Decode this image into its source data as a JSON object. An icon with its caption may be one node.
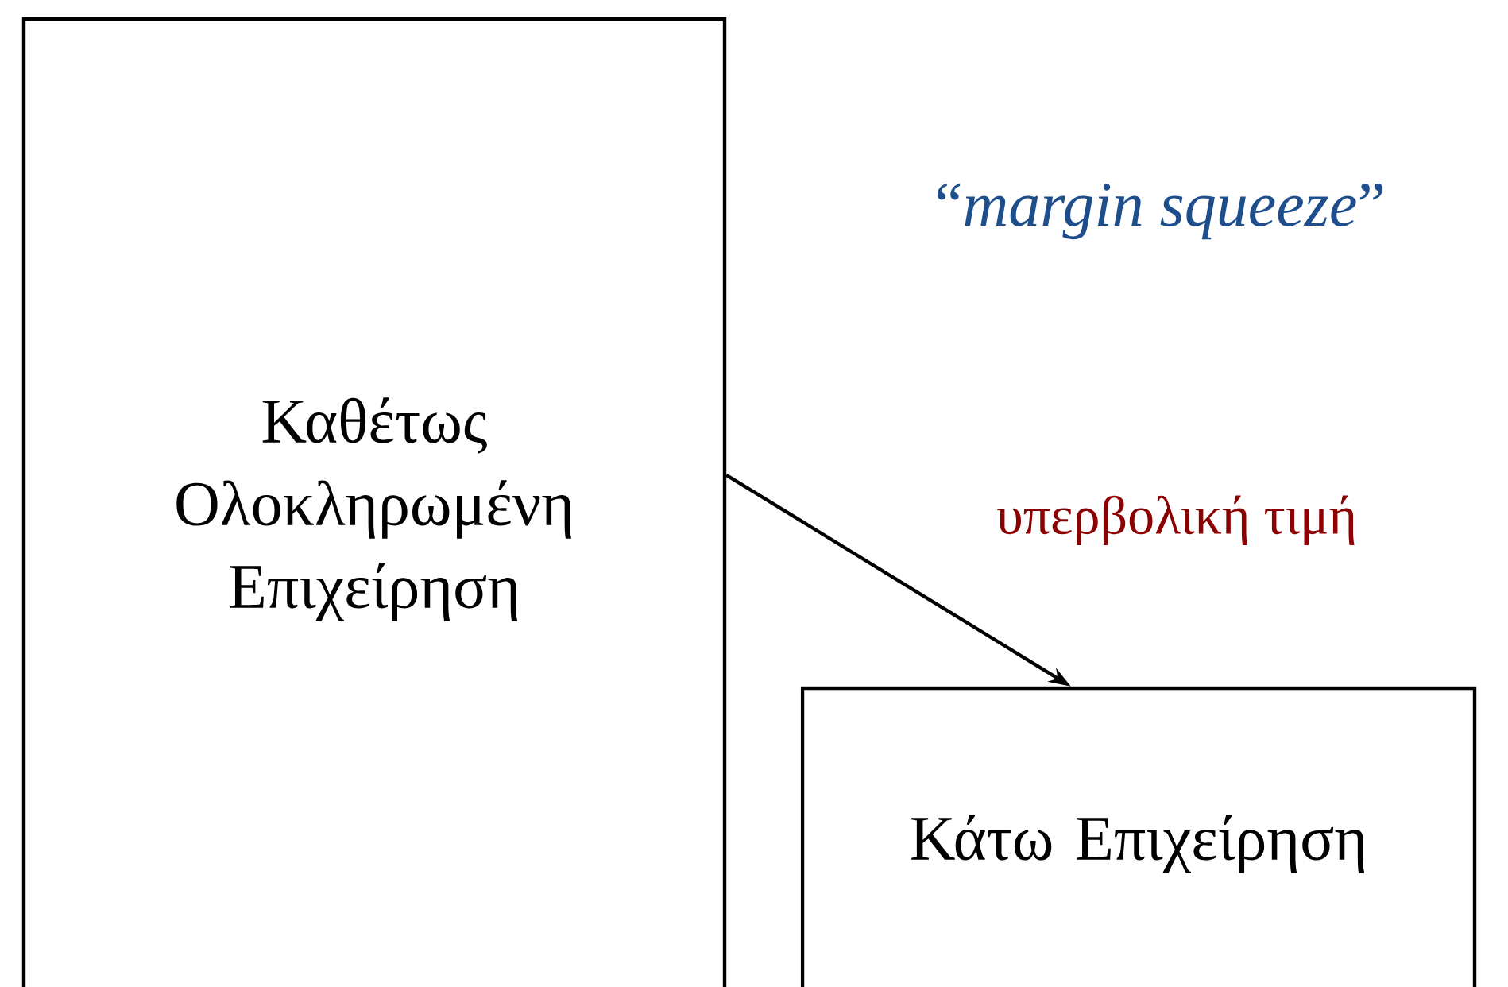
{
  "diagram": {
    "nodes": [
      {
        "text": [
          "Καθέτως Ολοκληρωμένη Επιχείρηση"
        ]
      },
      {
        "text": [
          "Κάτω Επιχείρηση"
        ]
      }
    ],
    "edges": [
      {
        "from": 0,
        "to": 1,
        "arrow": "to",
        "label": "υπερβολική τιμή"
      }
    ],
    "labels": [
      "“*margin squeeze*”"
    ]
  }
}
